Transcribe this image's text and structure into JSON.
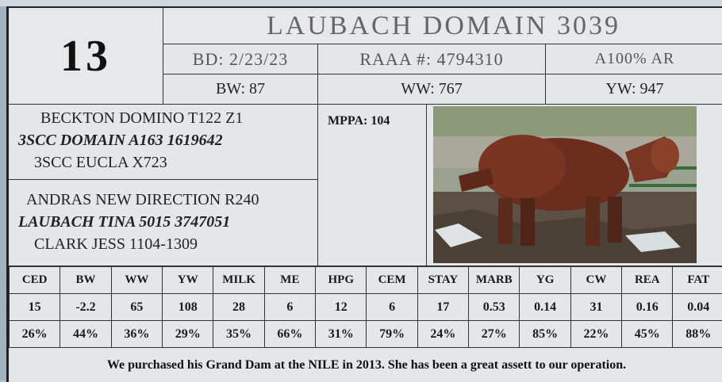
{
  "header": {
    "lot_number": "13",
    "name": "LAUBACH DOMAIN 3039",
    "birth_date": "BD: 2/23/23",
    "registration": "RAAA #: 4794310",
    "breed": "A100% AR",
    "birth_weight": "BW: 87",
    "weaning_weight": "WW: 767",
    "yearling_weight": "YW: 947"
  },
  "pedigree": {
    "sire_sire": "BECKTON DOMINO T122 Z1",
    "sire": "3SCC DOMAIN A163  1619642",
    "sire_dam": "3SCC EUCLA X723",
    "dam_sire": "ANDRAS NEW DIRECTION R240",
    "dam": "LAUBACH TINA 5015  3747051",
    "dam_dam": "CLARK JESS 1104-1309"
  },
  "mppa": "MPPA: 104",
  "epd": {
    "headers": [
      "CED",
      "BW",
      "WW",
      "YW",
      "MILK",
      "ME",
      "HPG",
      "CEM",
      "STAY",
      "MARB",
      "YG",
      "CW",
      "REA",
      "FAT"
    ],
    "values": [
      "15",
      "-2.2",
      "65",
      "108",
      "28",
      "6",
      "12",
      "6",
      "17",
      "0.53",
      "0.14",
      "31",
      "0.16",
      "0.04"
    ],
    "percentiles": [
      "26%",
      "44%",
      "36%",
      "29%",
      "35%",
      "66%",
      "31%",
      "79%",
      "24%",
      "27%",
      "85%",
      "22%",
      "45%",
      "88%"
    ]
  },
  "footer_note": "We purchased his Grand Dam at the NILE in 2013.  She has been a great assett to our operation.",
  "colors": {
    "accent_text": "#666666",
    "border": "#333333",
    "card": "#e4e6e8"
  }
}
